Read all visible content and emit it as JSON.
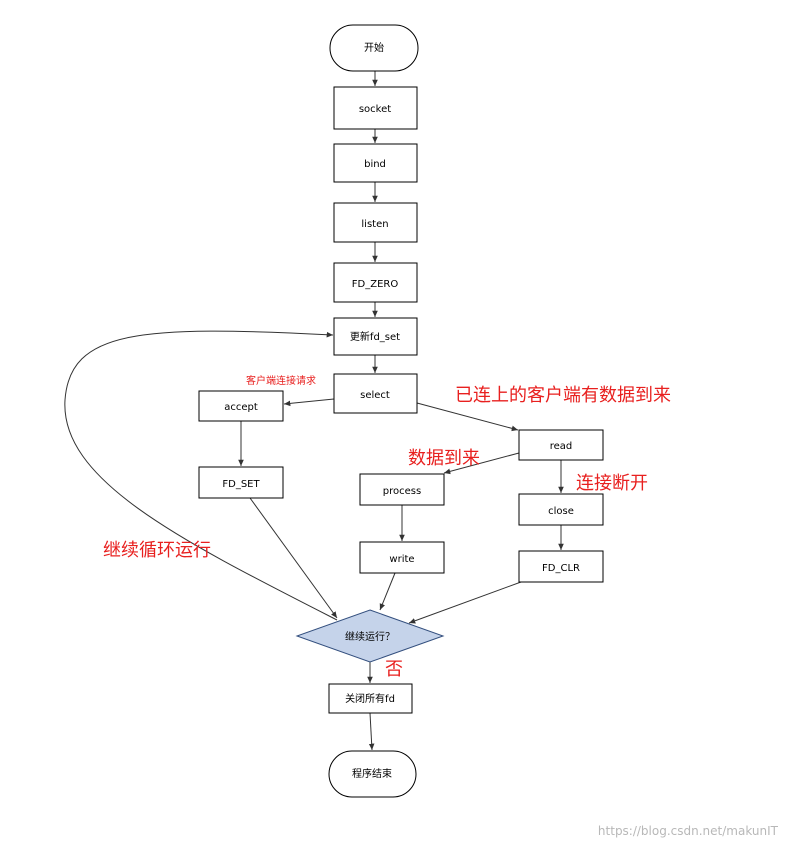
{
  "nodes": {
    "start": "开始",
    "socket": "socket",
    "bind": "bind",
    "listen": "listen",
    "fd_zero": "FD_ZERO",
    "update_fd_set": "更新fd_set",
    "select": "select",
    "accept": "accept",
    "fd_set": "FD_SET",
    "read": "read",
    "process": "process",
    "write": "write",
    "close": "close",
    "fd_clr": "FD_CLR",
    "continue_decision": "继续运行？",
    "close_all_fd": "关闭所有fd",
    "program_end": "程序结束"
  },
  "annotations": {
    "client_connect_request": "客户端连接请求",
    "connected_client_data_arrives": "已连上的客户端有数据到来",
    "data_arrives": "数据到来",
    "connection_closed": "连接断开",
    "continue_loop": "继续循环运行",
    "no": "否"
  },
  "watermark": "https://blog.csdn.net/makunIT",
  "colors": {
    "annotation_red": "#e8201f",
    "decision_fill": "#c5d3ea",
    "decision_stroke": "#334f7e"
  }
}
